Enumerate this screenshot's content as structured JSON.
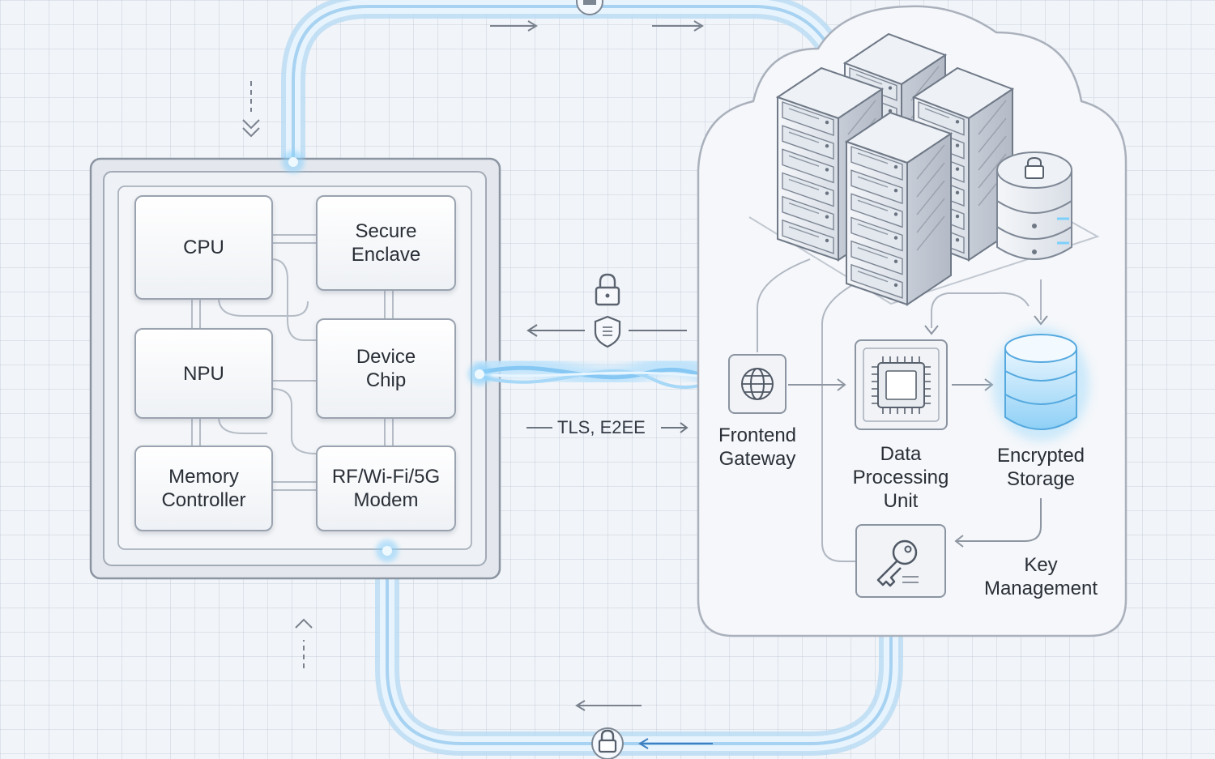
{
  "device": {
    "components": {
      "cpu": "CPU",
      "secure_enclave": "Secure\nEnclave",
      "npu": "NPU",
      "device_chip": "Device\nChip",
      "memory_controller": "Memory\nController",
      "modem": "RF/Wi-Fi/5G\nModem"
    }
  },
  "link": {
    "protocol_label": "TLS, E2EE"
  },
  "cloud": {
    "frontend_gateway": "Frontend\nGateway",
    "data_processing_unit": "Data\nProcessing\nUnit",
    "encrypted_storage": "Encrypted\nStorage",
    "key_management": "Key\nManagement"
  },
  "icons": [
    "lock-icon",
    "shield-icon",
    "globe-icon",
    "processor-icon",
    "database-icon",
    "key-icon",
    "server-rack-icon",
    "locked-database-icon"
  ],
  "colors": {
    "flow": "#8cc4ec",
    "glow": "#5cc0f5",
    "outline": "#8a93a0"
  }
}
